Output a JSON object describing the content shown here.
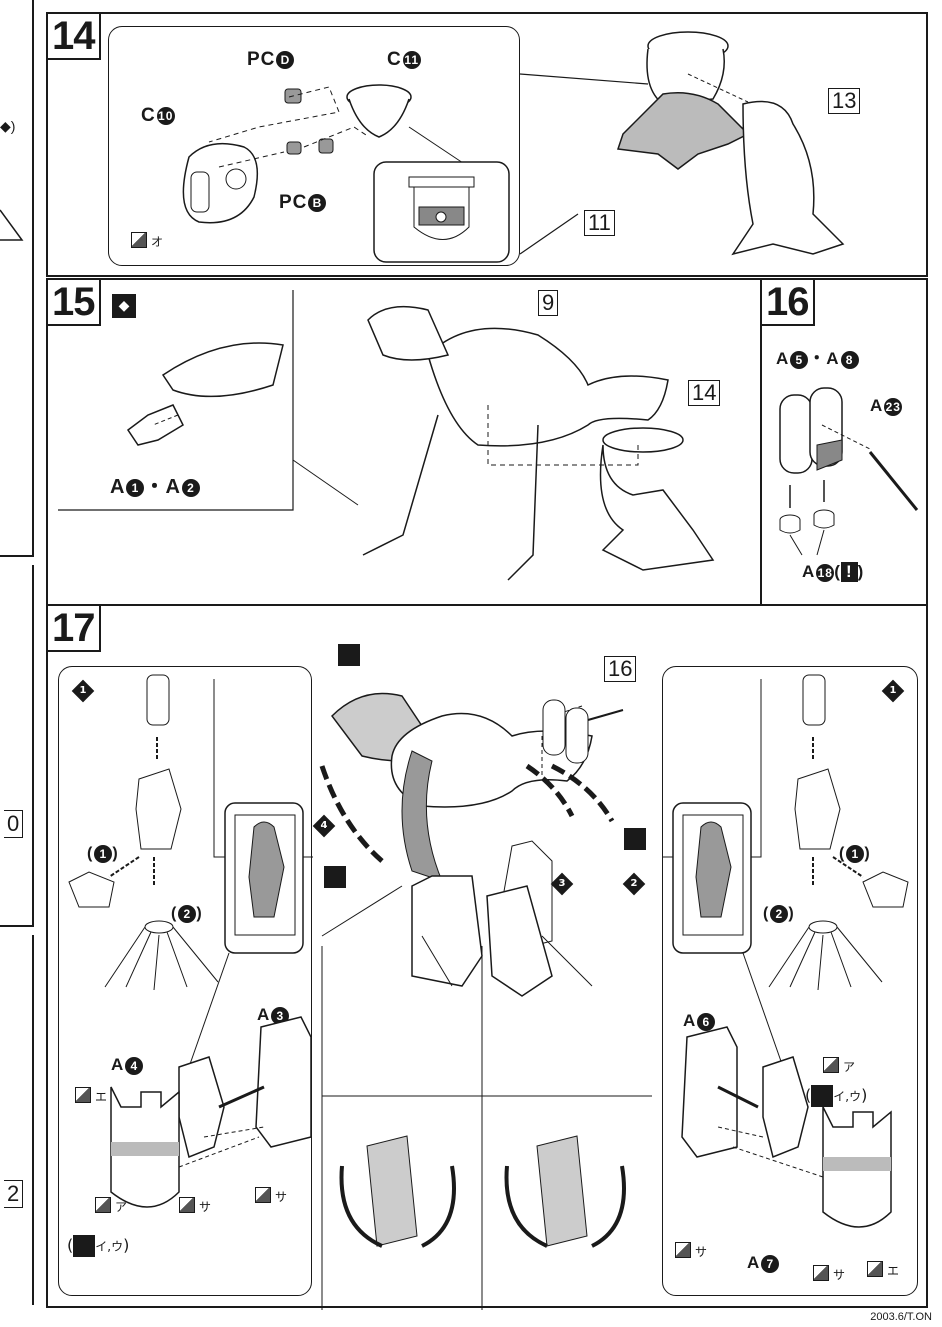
{
  "left_strip": {
    "fragments": [
      "◆)",
      "0",
      "2"
    ]
  },
  "step14": {
    "number": "14",
    "labels": {
      "pc_d": "PC",
      "pc_d_circ": "D",
      "c11": "C",
      "c11_circ": "11",
      "c10": "C",
      "c10_circ": "10",
      "pc_b": "PC",
      "pc_b_circ": "B",
      "tool_kana": "オ"
    },
    "ref_11": "11",
    "ref_13": "13"
  },
  "step15": {
    "number": "15",
    "label_a": "A",
    "label_a1": "1",
    "label_a2": "2",
    "separator": "・",
    "ref_9": "9",
    "ref_14": "14"
  },
  "step16": {
    "number": "16",
    "label_a5_a8": [
      "A",
      "5",
      "・",
      "A",
      "8"
    ],
    "label_a23": [
      "A",
      "23"
    ],
    "label_a18": [
      "A",
      "18",
      "(",
      "!",
      ")"
    ]
  },
  "step17": {
    "number": "17",
    "ref_16": "16",
    "arrows": [
      "4",
      "3",
      "2"
    ],
    "left_panel": {
      "step_marker": "1",
      "sub1": "(",
      "sub1_num": "1",
      "sub1_close": ")",
      "sub2": "(",
      "sub2_num": "2",
      "sub2_close": ")",
      "a3": [
        "A",
        "3"
      ],
      "a4": [
        "A",
        "4"
      ],
      "tool_e": "エ",
      "tool_a": "ア",
      "tool_sa": "サ",
      "tool_sa2": "サ",
      "tool_iu": "イ,ウ"
    },
    "right_panel": {
      "step_marker": "1",
      "sub1": "(",
      "sub1_num": "1",
      "sub1_close": ")",
      "sub2": "(",
      "sub2_num": "2",
      "sub2_close": ")",
      "a6": [
        "A",
        "6"
      ],
      "a7": [
        "A",
        "7"
      ],
      "tool_a": "ア",
      "tool_iu": "イ,ウ",
      "tool_sa": "サ",
      "tool_sa2": "サ",
      "tool_e": "エ"
    }
  },
  "footer": "2003.6/T.ON"
}
